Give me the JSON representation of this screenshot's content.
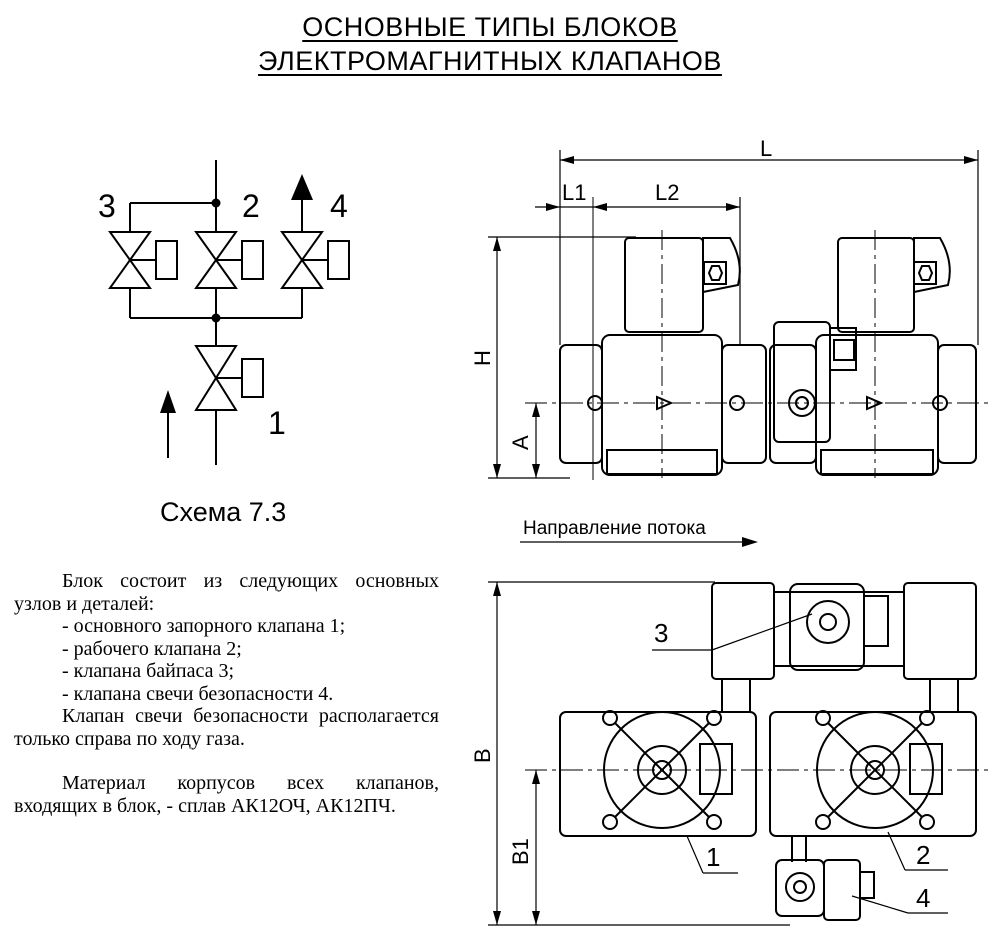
{
  "title": {
    "line1": "ОСНОВНЫЕ ТИПЫ БЛОКОВ",
    "line2": "ЭЛЕКТРОМАГНИТНЫХ КЛАПАНОВ"
  },
  "scheme": {
    "caption": "Схема 7.3",
    "labels": {
      "v1": "1",
      "v2": "2",
      "v3": "3",
      "v4": "4"
    }
  },
  "dimensions": {
    "L": "L",
    "L1": "L1",
    "L2": "L2",
    "H": "H",
    "A": "A",
    "B": "B",
    "B1": "B1"
  },
  "flow_label": "Направление потока",
  "callouts": {
    "c1": "1",
    "c2": "2",
    "c3": "3",
    "c4": "4"
  },
  "description": {
    "p1": "Блок состоит из следующих основных узлов и деталей:",
    "items": [
      "- основного запорного клапана 1;",
      "- рабочего клапана 2;",
      "- клапана байпаса 3;",
      "- клапана свечи безопасности 4."
    ],
    "p2": "Клапан свечи безопасности располагается только справа по ходу газа.",
    "p3": "Материал корпусов всех клапанов, входящих в блок, - сплав АК12ОЧ, АК12ПЧ."
  }
}
